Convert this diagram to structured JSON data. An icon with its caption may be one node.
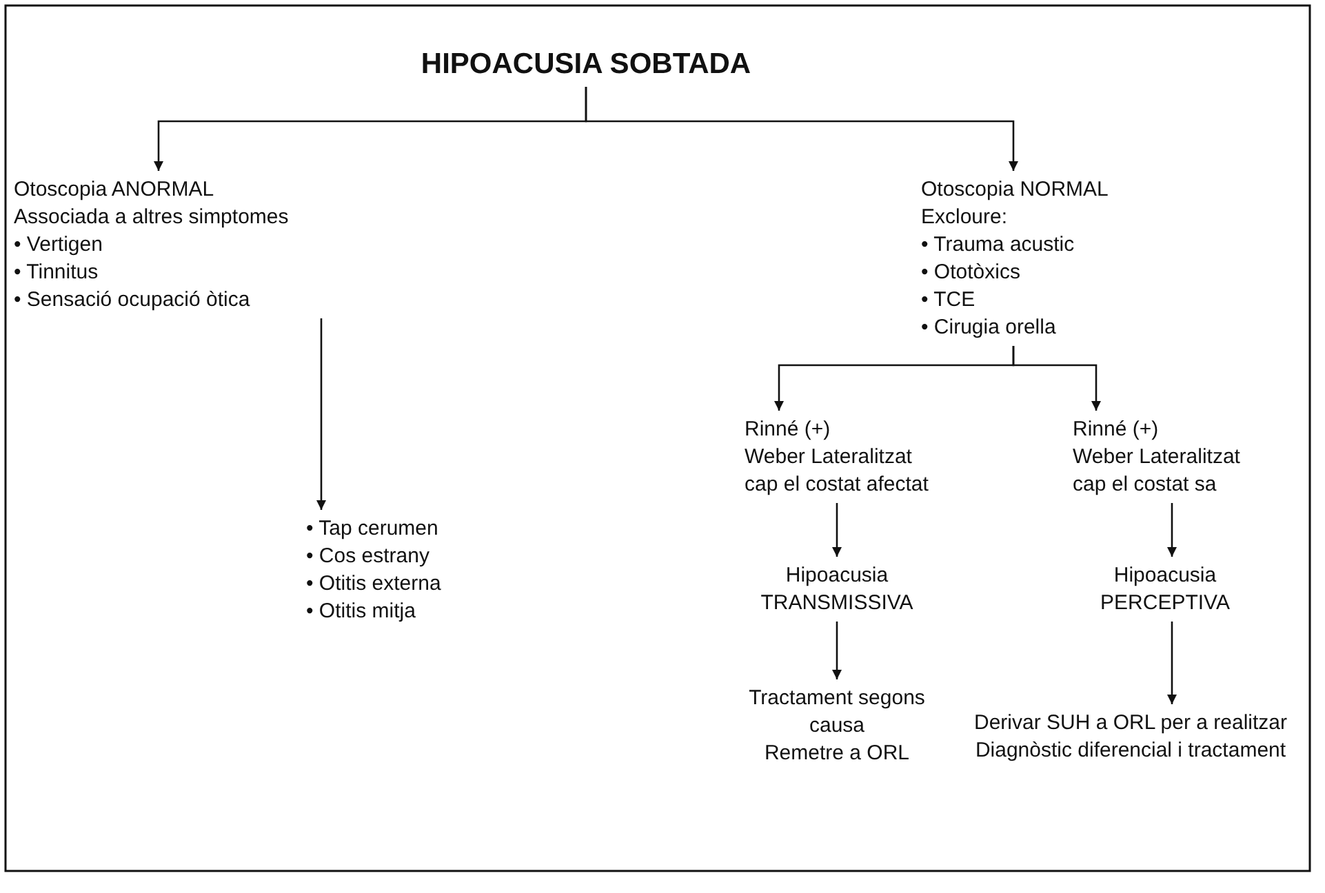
{
  "diagram": {
    "nodes": [
      {
        "text": [
          "HIPOACUSIA SOBTADA"
        ]
      },
      {
        "text": [
          "Otoscopia ANORMAL",
          "Associada a altres simptomes",
          "• Vertigen",
          "• Tinnitus",
          "• Sensació ocupació òtica"
        ]
      },
      {
        "text": [
          "Otoscopia NORMAL",
          "Excloure:",
          "• Trauma acustic",
          "• Ototòxics",
          "• TCE",
          "• Cirugia orella"
        ]
      },
      {
        "text": [
          "• Tap cerumen",
          "• Cos estrany",
          "• Otitis externa",
          "• Otitis mitja"
        ]
      },
      {
        "text": [
          "Rinné (+)",
          "Weber Lateralitzat",
          "cap el costat afectat"
        ]
      },
      {
        "text": [
          "Rinné (+)",
          "Weber Lateralitzat",
          "cap el costat sa"
        ]
      },
      {
        "text": [
          "Hipoacusia",
          "TRANSMISSIVA"
        ]
      },
      {
        "text": [
          "Hipoacusia",
          "PERCEPTIVA"
        ]
      },
      {
        "text": [
          "Tractament segons",
          "causa",
          "Remetre a ORL"
        ]
      },
      {
        "text": [
          "Derivar SUH a ORL per a realitzar",
          "Diagnòstic diferencial i tractament"
        ]
      }
    ],
    "edges": [
      {
        "from": 0,
        "to": 1,
        "arrow": "to"
      },
      {
        "from": 0,
        "to": 2,
        "arrow": "to"
      },
      {
        "from": 1,
        "to": 3,
        "arrow": "to"
      },
      {
        "from": 2,
        "to": 4,
        "arrow": "to"
      },
      {
        "from": 2,
        "to": 5,
        "arrow": "to"
      },
      {
        "from": 4,
        "to": 6,
        "arrow": "to"
      },
      {
        "from": 5,
        "to": 7,
        "arrow": "to"
      },
      {
        "from": 6,
        "to": 8,
        "arrow": "to"
      },
      {
        "from": 7,
        "to": 9,
        "arrow": "to"
      }
    ]
  }
}
